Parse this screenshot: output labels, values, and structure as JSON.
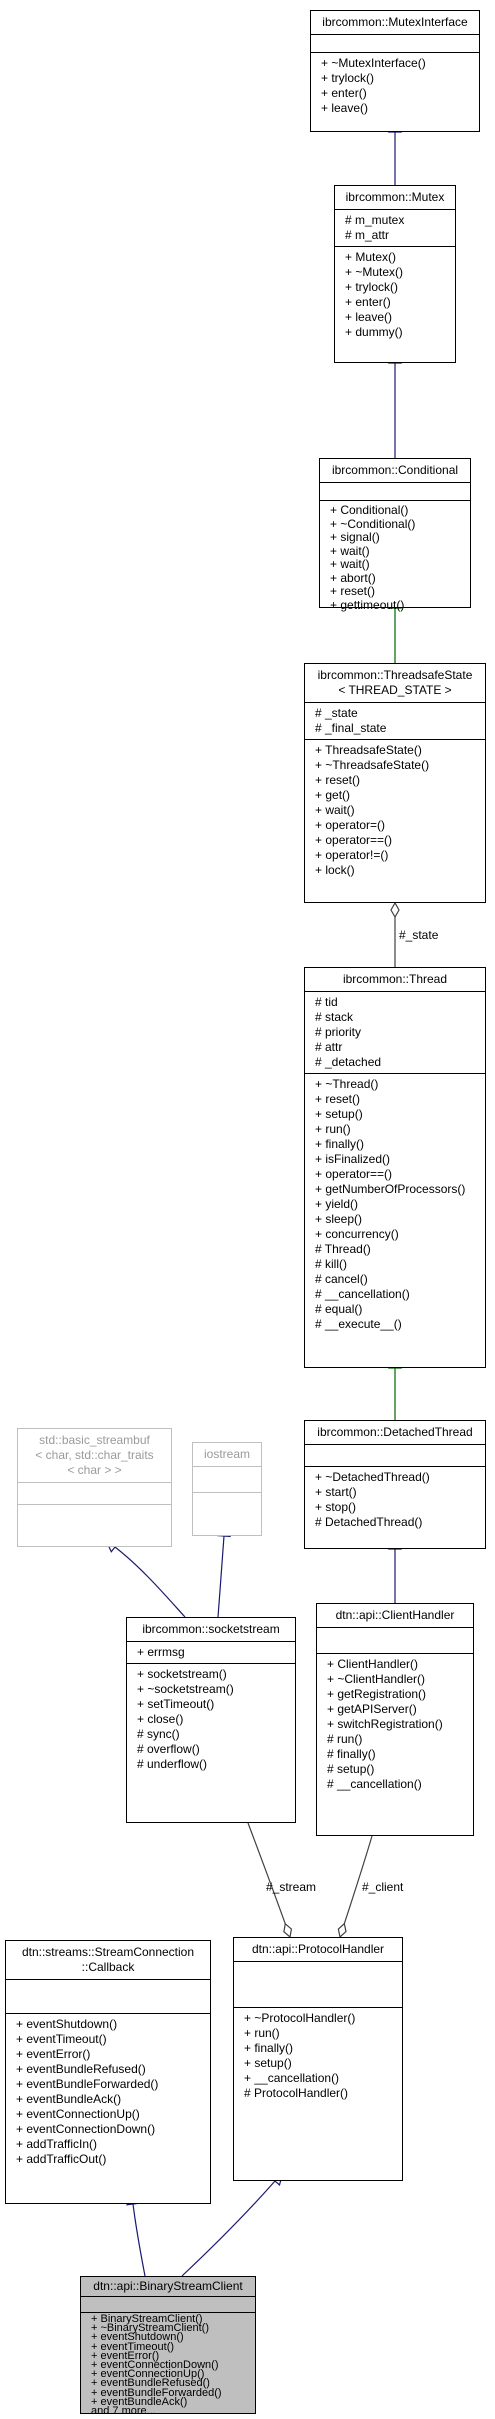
{
  "classes": [
    {
      "id": "mutexinterface",
      "title": [
        "ibrcommon::MutexInterface"
      ],
      "attributes": [],
      "methods": [
        "+ ~MutexInterface()",
        "+ trylock()",
        "+ enter()",
        "+ leave()"
      ]
    },
    {
      "id": "mutex",
      "title": [
        "ibrcommon::Mutex"
      ],
      "attributes": [
        "# m_mutex",
        "# m_attr"
      ],
      "methods": [
        "+ Mutex()",
        "+ ~Mutex()",
        "+ trylock()",
        "+ enter()",
        "+ leave()",
        "+ dummy()"
      ]
    },
    {
      "id": "conditional",
      "title": [
        "ibrcommon::Conditional"
      ],
      "attributes": [],
      "methods": [
        "+ Conditional()",
        "+ ~Conditional()",
        "+ signal()",
        "+ wait()",
        "+ wait()",
        "+ abort()",
        "+ reset()",
        "+ gettimeout()"
      ]
    },
    {
      "id": "threadsafestate",
      "title": [
        "ibrcommon::ThreadsafeState",
        "< THREAD_STATE >"
      ],
      "attributes": [
        "# _state",
        "# _final_state"
      ],
      "methods": [
        "+ ThreadsafeState()",
        "+ ~ThreadsafeState()",
        "+ reset()",
        "+ get()",
        "+ wait()",
        "+ operator=()",
        "+ operator==()",
        "+ operator!=()",
        "+ lock()"
      ]
    },
    {
      "id": "thread",
      "title": [
        "ibrcommon::Thread"
      ],
      "attributes": [
        "# tid",
        "# stack",
        "# priority",
        "# attr",
        "# _detached"
      ],
      "methods": [
        "+ ~Thread()",
        "+ reset()",
        "+ setup()",
        "+ run()",
        "+ finally()",
        "+ isFinalized()",
        "+ operator==()",
        "+ getNumberOfProcessors()",
        "+ yield()",
        "+ sleep()",
        "+ concurrency()",
        "# Thread()",
        "# kill()",
        "# cancel()",
        "# __cancellation()",
        "# equal()",
        "# __execute__()"
      ]
    },
    {
      "id": "basicstreambuf",
      "title": [
        "std::basic_streambuf",
        "< char, std::char_traits",
        "< char > >"
      ],
      "attributes": [],
      "methods": []
    },
    {
      "id": "iostream",
      "title": [
        "iostream"
      ],
      "attributes": [],
      "methods": []
    },
    {
      "id": "detachedthread",
      "title": [
        "ibrcommon::DetachedThread"
      ],
      "attributes": [],
      "methods": [
        "+ ~DetachedThread()",
        "+ start()",
        "+ stop()",
        "# DetachedThread()"
      ]
    },
    {
      "id": "socketstream",
      "title": [
        "ibrcommon::socketstream"
      ],
      "attributes": [
        "+ errmsg"
      ],
      "methods": [
        "+ socketstream()",
        "+ ~socketstream()",
        "+ setTimeout()",
        "+ close()",
        "# sync()",
        "# overflow()",
        "# underflow()"
      ]
    },
    {
      "id": "clienthandler",
      "title": [
        "dtn::api::ClientHandler"
      ],
      "attributes": [],
      "methods": [
        "+ ClientHandler()",
        "+ ~ClientHandler()",
        "+ getRegistration()",
        "+ getAPIServer()",
        "+ switchRegistration()",
        "# run()",
        "# finally()",
        "# setup()",
        "# __cancellation()"
      ]
    },
    {
      "id": "callback",
      "title": [
        "dtn::streams::StreamConnection",
        "::Callback"
      ],
      "attributes": [],
      "methods": [
        "+ eventShutdown()",
        "+ eventTimeout()",
        "+ eventError()",
        "+ eventBundleRefused()",
        "+ eventBundleForwarded()",
        "+ eventBundleAck()",
        "+ eventConnectionUp()",
        "+ eventConnectionDown()",
        "+ addTrafficIn()",
        "+ addTrafficOut()"
      ]
    },
    {
      "id": "protocolhandler",
      "title": [
        "dtn::api::ProtocolHandler"
      ],
      "attributes": [],
      "methods": [
        "+ ~ProtocolHandler()",
        "+ run()",
        "+ finally()",
        "+ setup()",
        "+ __cancellation()",
        "# ProtocolHandler()"
      ]
    },
    {
      "id": "binarystreamclient",
      "title": [
        "dtn::api::BinaryStreamClient"
      ],
      "attributes": [],
      "methods": [
        "+ BinaryStreamClient()",
        "+ ~BinaryStreamClient()",
        "+ eventShutdown()",
        "+ eventTimeout()",
        "+ eventError()",
        "+ eventConnectionDown()",
        "+ eventConnectionUp()",
        "+ eventBundleRefused()",
        "+ eventBundleForwarded()",
        "+ eventBundleAck()",
        "and 7 more..."
      ]
    }
  ],
  "edge_labels": {
    "state": "#_state",
    "stream": "#_stream",
    "client": "#_client"
  },
  "colors": {
    "inheritance_public": "#191970",
    "inheritance_protected": "#006400",
    "association": "#404040",
    "external_border": "#bfbfbf",
    "focus_fill": "#bfbfbf"
  }
}
